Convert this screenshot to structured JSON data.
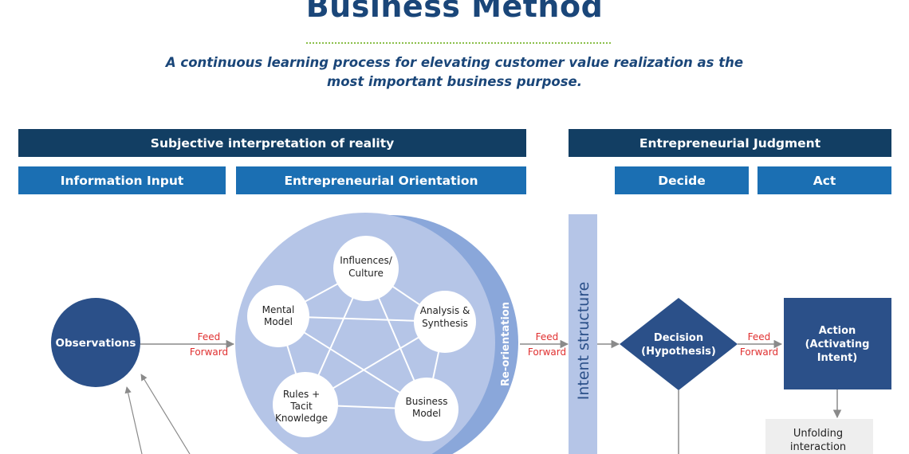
{
  "header": {
    "title": "Business Method",
    "subtitle": "A continuous learning process for elevating customer value realization as the most important business purpose."
  },
  "bands": {
    "subjective": "Subjective interpretation of reality",
    "judgment": "Entrepreneurial Judgment",
    "information_input": "Information Input",
    "orientation": "Entrepreneurial Orientation",
    "decide": "Decide",
    "act": "Act"
  },
  "nodes": {
    "observations": "Observations",
    "influences": [
      "Influences/",
      "Culture"
    ],
    "analysis": [
      "Analysis &",
      "Synthesis"
    ],
    "business_model": [
      "Business",
      "Model"
    ],
    "rules": [
      "Rules +",
      "Tacit",
      "Knowledge"
    ],
    "mental_model": [
      "Mental",
      "Model"
    ],
    "reorientation": "Re-orientation",
    "intent_structure": "Intent structure",
    "decision": [
      "Decision",
      "(Hypothesis)"
    ],
    "action": [
      "Action",
      "(Activating",
      "Intent)"
    ],
    "unfolding": [
      "Unfolding",
      "interaction"
    ]
  },
  "arrow_labels": {
    "feed": "Feed",
    "forward": "Forward"
  },
  "colors": {
    "title": "#1a4679",
    "band_dark": "#123e63",
    "band_mid": "#1b6fb3",
    "node_dark": "#2b5089",
    "circle_light": "#b5c5e7",
    "circle_outer": "#8aa7da",
    "feed_forward": "#e03030",
    "dotted_rule": "#8bbf4a"
  }
}
